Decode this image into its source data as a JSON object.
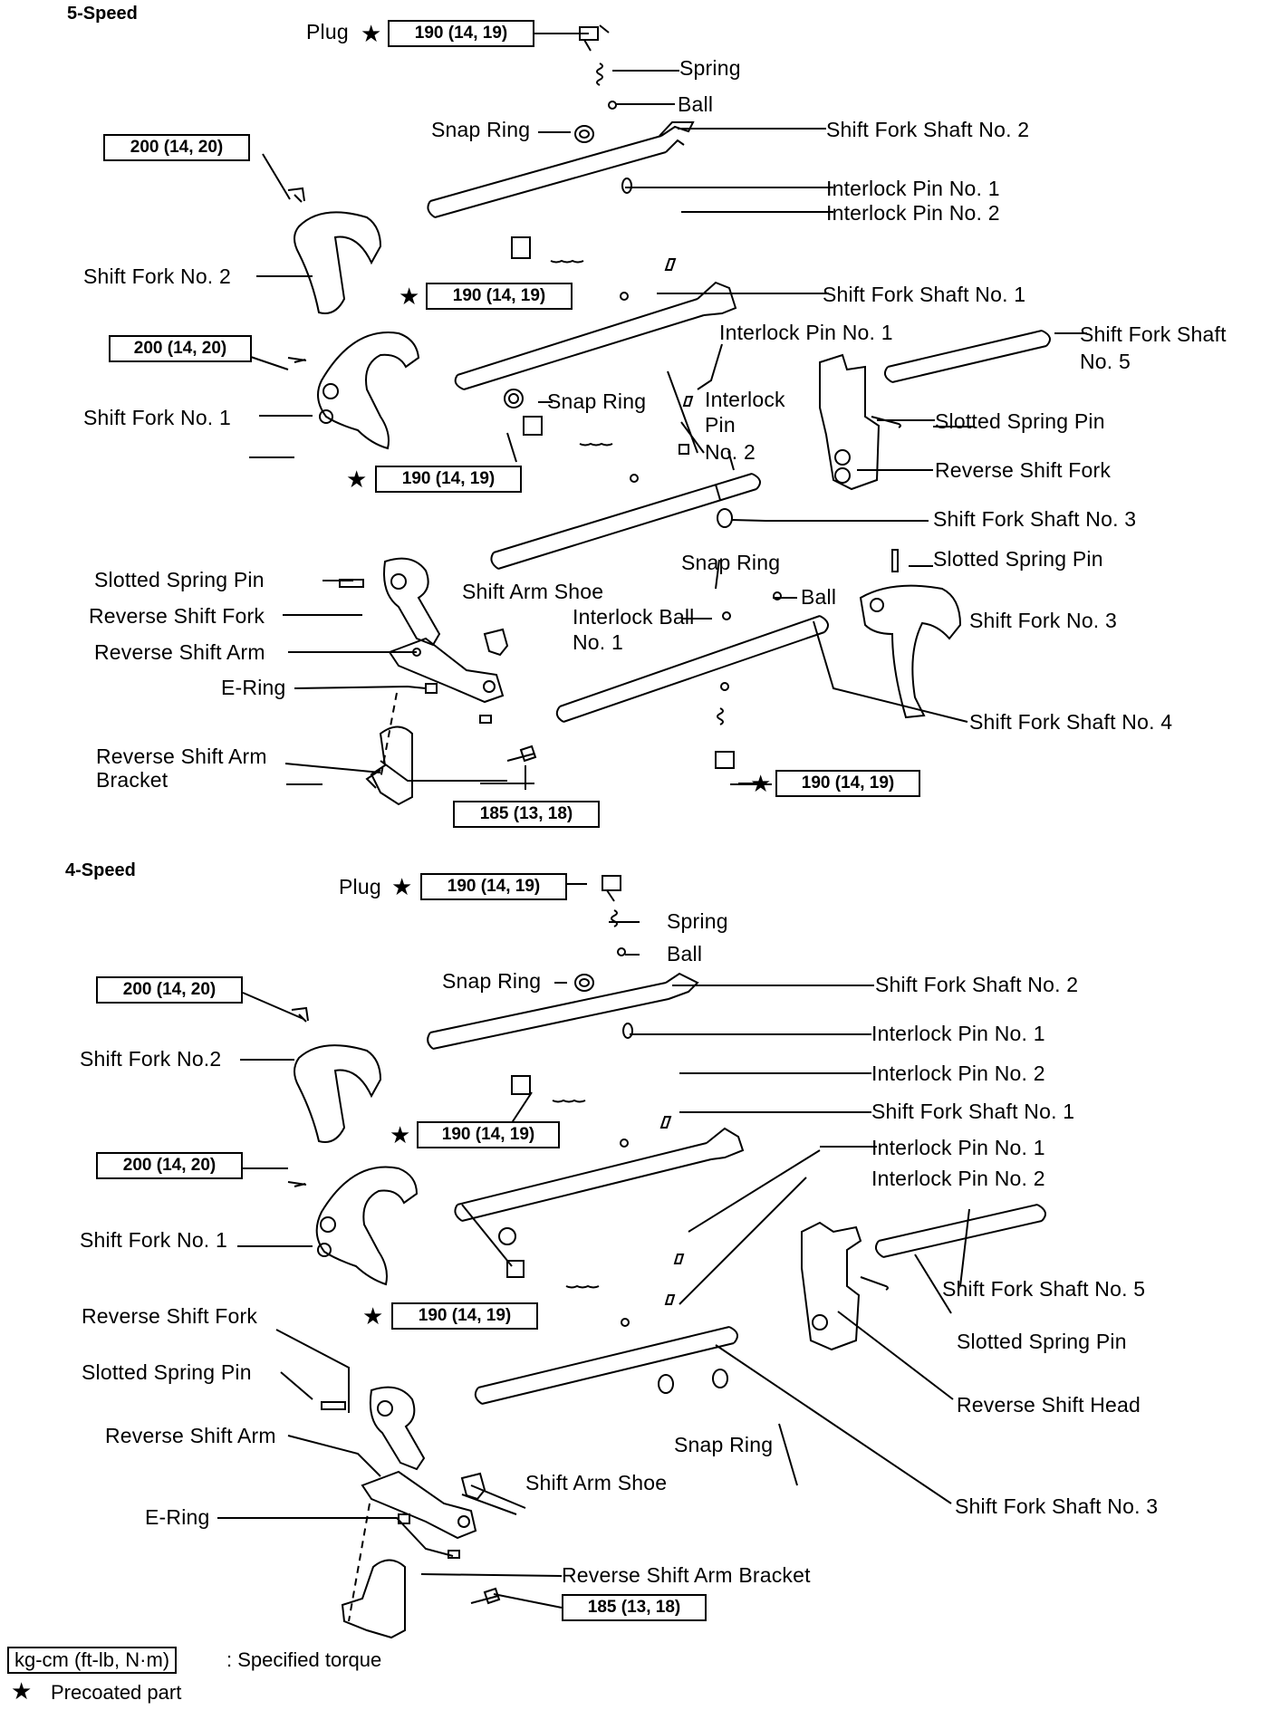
{
  "five_speed": {
    "title": "5-Speed",
    "labels": {
      "plug": "Plug",
      "spring": "Spring",
      "ball_top": "Ball",
      "snap_ring_top": "Snap Ring",
      "shift_fork_shaft_2": "Shift Fork Shaft No. 2",
      "interlock_pin_1_top": "Interlock Pin No. 1",
      "interlock_pin_2_top": "Interlock Pin No. 2",
      "shift_fork_2": "Shift Fork No. 2",
      "shift_fork_shaft_1": "Shift Fork Shaft No. 1",
      "interlock_pin_1_mid": "Interlock Pin No. 1",
      "shift_fork_shaft_5_a": "Shift Fork Shaft",
      "shift_fork_shaft_5_b": "No. 5",
      "snap_ring_mid": "Snap Ring",
      "interlock_pin_mid_a": "Interlock",
      "interlock_pin_mid_b": "Pin",
      "interlock_pin_mid_c": "No. 2",
      "shift_fork_1": "Shift Fork No. 1",
      "slotted_spring_pin_right": "Slotted Spring Pin",
      "reverse_shift_fork_right": "Reverse Shift Fork",
      "shift_fork_shaft_3": "Shift Fork Shaft No. 3",
      "snap_ring_low": "Snap Ring",
      "slotted_spring_pin_right2": "Slotted Spring Pin",
      "slotted_spring_pin_left": "Slotted Spring Pin",
      "shift_arm_shoe": "Shift Arm Shoe",
      "ball_low": "Ball",
      "reverse_shift_fork_left": "Reverse Shift Fork",
      "interlock_ball_a": "Interlock Ball",
      "interlock_ball_b": "No. 1",
      "shift_fork_3": "Shift Fork No. 3",
      "reverse_shift_arm": "Reverse Shift Arm",
      "e_ring": "E-Ring",
      "shift_fork_shaft_4": "Shift Fork Shaft No. 4",
      "reverse_shift_arm_bracket_a": "Reverse Shift Arm",
      "reverse_shift_arm_bracket_b": "Bracket"
    },
    "torques": {
      "plug": "190 (14, 19)",
      "fork2_bolt": "200 (14, 20)",
      "mid_plug": "190 (14, 19)",
      "fork1_bolt": "200 (14, 20)",
      "low_plug": "190 (14, 19)",
      "bracket_bolt": "185 (13, 18)",
      "bottom_plug": "190 (14, 19)"
    }
  },
  "four_speed": {
    "title": "4-Speed",
    "labels": {
      "plug": "Plug",
      "spring": "Spring",
      "ball": "Ball",
      "snap_ring_top": "Snap Ring",
      "shift_fork_shaft_2": "Shift Fork Shaft No. 2",
      "interlock_pin_1_top": "Interlock Pin No. 1",
      "shift_fork_2": "Shift Fork No.2",
      "interlock_pin_2_top": "Interlock Pin No. 2",
      "shift_fork_shaft_1": "Shift Fork Shaft No. 1",
      "interlock_pin_1_mid": "Interlock Pin No. 1",
      "interlock_pin_2_mid": "Interlock Pin No. 2",
      "shift_fork_1": "Shift Fork No. 1",
      "shift_fork_shaft_5": "Shift Fork Shaft No. 5",
      "reverse_shift_fork": "Reverse Shift Fork",
      "slotted_spring_pin_right": "Slotted Spring Pin",
      "slotted_spring_pin_left": "Slotted Spring Pin",
      "reverse_shift_head": "Reverse Shift Head",
      "snap_ring_low": "Snap Ring",
      "reverse_shift_arm": "Reverse Shift Arm",
      "shift_arm_shoe": "Shift Arm Shoe",
      "shift_fork_shaft_3": "Shift Fork Shaft No. 3",
      "e_ring": "E-Ring",
      "reverse_shift_arm_bracket": "Reverse Shift Arm Bracket"
    },
    "torques": {
      "plug": "190 (14, 19)",
      "fork2_bolt": "200 (14, 20)",
      "mid_plug": "190 (14, 19)",
      "fork1_bolt": "200 (14, 20)",
      "low_plug": "190 (14, 19)",
      "bracket_bolt": "185 (13, 18)"
    }
  },
  "legend": {
    "box_text": "kg-cm (ft-lb, N·m)",
    "box_desc": ": Specified torque",
    "star_symbol": "★",
    "star_desc": "Precoated part"
  }
}
